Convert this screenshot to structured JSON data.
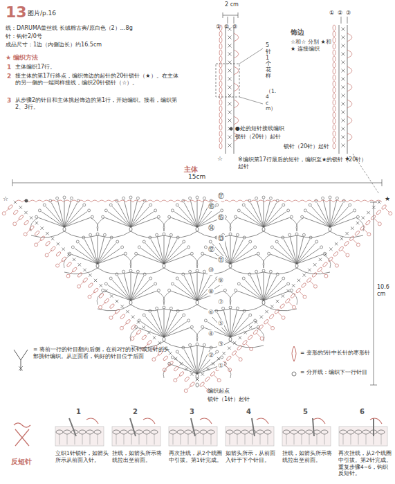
{
  "diagram": {
    "labels": [
      "13",
      "图片/p.16",
      "线：DARUMA蕾丝线 长绒棉古典/原白色（2）…8g",
      "针：钩针2/0号",
      "成品尺寸：1边（内侧边长）约16.5cm",
      "★ 编织方法",
      "1",
      "主体编织17行。",
      "2",
      "接主体的第17行终点，编织饰边的起针的20针锁针（★）。在主体的另一侧的一端同样接线，编织20针锁针（☆）。",
      "3",
      "从步骤2的针目和主体挑起饰边的第1行，开始编织。接着，编织第2、3行。",
      "2 cm",
      "①",
      "②",
      "③",
      "①",
      "②",
      "③",
      "饰边",
      "☆和☆ 分别 ★和★ 连接编织",
      "5针1个花样",
      "（1.4cm）",
      "●处的短针接线编织",
      "锁针（20针）起针",
      "锁针（20针）起针",
      "※编织第17行最后的短针，编织至★的锁针（20针）起针",
      "☆",
      "★",
      "主体",
      "15cm",
      "☆",
      "★",
      "⑰",
      "⑯",
      "⑮",
      "⑭",
      "⑬",
      "⑫",
      "⑪",
      "⑩",
      "⑨",
      "⑧",
      "⑦",
      "⑥",
      "⑤",
      "④",
      "③",
      "②",
      "①",
      "10.6 cm",
      "= 将前一行的针目翻向后侧，在前2行的长针或短针的头部挑针编织。从正面看，钩好的针目位于后面",
      "= 变形的5针中长针的枣形针",
      "= 分开线：编织下一行针目",
      "编织起点",
      "锁针（1针）起针",
      "反短针",
      "1",
      "2",
      "3",
      "4",
      "5",
      "6",
      "立织1针锁针，如箭头所示从前面入针。",
      "挂线，如箭头所示将线拉出至前面。",
      "再次挂线，从2个线圈中引拔。第1针完成。",
      "如箭头所示，从前面入针于下个针目。",
      "挂线，如箭头所示将线拉出至前面。",
      "再次挂线，从2个线圈中引拔。第2针完成。重复步骤4~6，钩织反短针。"
    ]
  }
}
